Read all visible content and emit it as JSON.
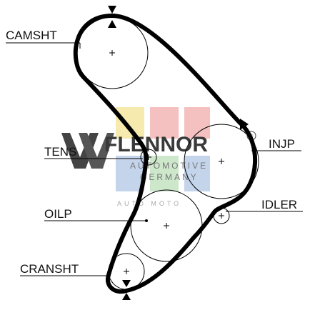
{
  "labels": {
    "camshaft": "CAMSHT",
    "tensioner": "TENS",
    "oil_pump": "OILP",
    "crankshaft": "CRANSHT",
    "injection_pump": "INJP",
    "idler": "IDLER"
  },
  "watermark": {
    "brand": "FLENNOR",
    "registered": "®",
    "line1": "AUTOMOTIVE",
    "line2": "GERMANY",
    "line3": "AUTO MOTO"
  },
  "colors": {
    "belt": "#000000",
    "pulley": "#000000",
    "wm_yellow": "#f5e7a0",
    "wm_red": "#f3b6b6",
    "wm_blue": "#b9cde8",
    "wm_green": "#c5e3c2"
  }
}
